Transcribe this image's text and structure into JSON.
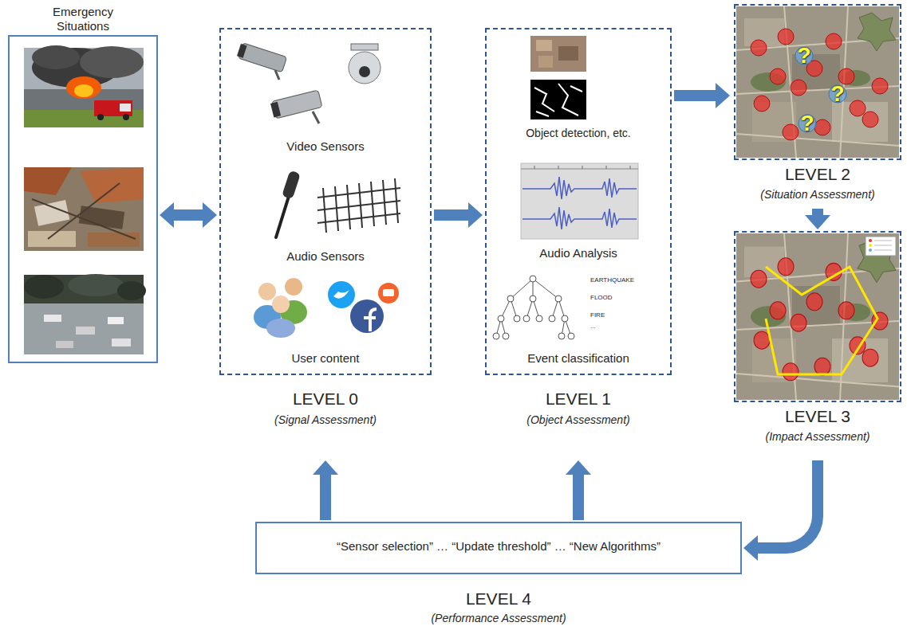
{
  "diagram": {
    "nodes": [
      {
        "text": [
          "Emergency Situations"
        ]
      },
      {
        "text": [
          "Video Sensors",
          "Audio Sensors",
          "User content",
          "LEVEL 0",
          "(Signal Assessment)"
        ]
      },
      {
        "text": [
          "Object detection, etc.",
          "Audio Analysis",
          "EARTHQUAKE",
          "FLOOD",
          "FIRE",
          "...",
          "Event classification",
          "LEVEL 1",
          "(Object Assessment)"
        ]
      },
      {
        "text": [
          "LEVEL 2",
          "(Situation Assessment)"
        ]
      },
      {
        "text": [
          "LEVEL 3",
          "(Impact Assessment)"
        ]
      },
      {
        "text": [
          "“Sensor selection” … “Update threshold” … “New Algorithms”",
          "LEVEL 4",
          "(Performance Assessment)"
        ]
      }
    ],
    "edges": [
      {
        "from": 0,
        "to": 1,
        "arrow": "both"
      },
      {
        "from": 1,
        "to": 2,
        "arrow": "to"
      },
      {
        "from": 2,
        "to": 3,
        "arrow": "to"
      },
      {
        "from": 3,
        "to": 4,
        "arrow": "to"
      },
      {
        "from": 4,
        "to": 5,
        "arrow": "to"
      },
      {
        "from": 5,
        "to": 1,
        "arrow": "to"
      },
      {
        "from": 5,
        "to": 2,
        "arrow": "to"
      }
    ],
    "labels": [
      "?",
      "?",
      "?"
    ]
  }
}
